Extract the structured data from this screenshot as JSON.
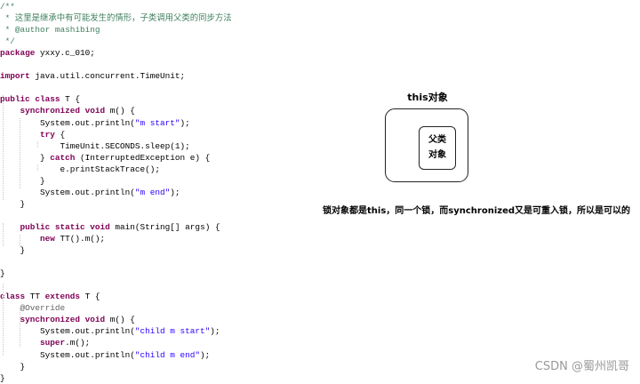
{
  "code": {
    "lines": [
      [
        {
          "t": "/**",
          "c": "comment"
        }
      ],
      [
        {
          "t": " * 这里是继承中有可能发生的情形，子类调用父类的同步方法",
          "c": "comment"
        }
      ],
      [
        {
          "t": " * @author mashibing",
          "c": "comment"
        }
      ],
      [
        {
          "t": " */",
          "c": "comment"
        }
      ],
      [
        {
          "t": "package",
          "c": "kw"
        },
        {
          "t": " yxxy.c_010;"
        }
      ],
      [],
      [
        {
          "t": "import",
          "c": "kw"
        },
        {
          "t": " java.util.concurrent.TimeUnit;"
        }
      ],
      [],
      [
        {
          "t": "public class",
          "c": "kw"
        },
        {
          "t": " T {"
        }
      ],
      [
        {
          "t": "    "
        },
        {
          "t": "synchronized void",
          "c": "kw"
        },
        {
          "t": " m() {"
        }
      ],
      [
        {
          "t": "        System.out.println("
        },
        {
          "t": "\"m start\"",
          "c": "str"
        },
        {
          "t": ");"
        }
      ],
      [
        {
          "t": "        "
        },
        {
          "t": "try",
          "c": "kw"
        },
        {
          "t": " {"
        }
      ],
      [
        {
          "t": "            TimeUnit.SECONDS.sleep(1);"
        }
      ],
      [
        {
          "t": "        } "
        },
        {
          "t": "catch",
          "c": "kw"
        },
        {
          "t": " (InterruptedException e) {"
        }
      ],
      [
        {
          "t": "            e.printStackTrace();"
        }
      ],
      [
        {
          "t": "        }"
        }
      ],
      [
        {
          "t": "        System.out.println("
        },
        {
          "t": "\"m end\"",
          "c": "str"
        },
        {
          "t": ");"
        }
      ],
      [
        {
          "t": "    }"
        }
      ],
      [],
      [
        {
          "t": "    "
        },
        {
          "t": "public static void",
          "c": "kw"
        },
        {
          "t": " main(String[] args) {"
        }
      ],
      [
        {
          "t": "        "
        },
        {
          "t": "new",
          "c": "kw"
        },
        {
          "t": " TT().m();"
        }
      ],
      [
        {
          "t": "    }"
        }
      ],
      [],
      [
        {
          "t": "}"
        }
      ],
      [],
      [
        {
          "t": "class",
          "c": "kw"
        },
        {
          "t": " TT "
        },
        {
          "t": "extends",
          "c": "kw"
        },
        {
          "t": " T {"
        }
      ],
      [
        {
          "t": "    "
        },
        {
          "t": "@Override",
          "c": "ann"
        }
      ],
      [
        {
          "t": "    "
        },
        {
          "t": "synchronized void",
          "c": "kw"
        },
        {
          "t": " m() {"
        }
      ],
      [
        {
          "t": "        System.out.println("
        },
        {
          "t": "\"child m start\"",
          "c": "str"
        },
        {
          "t": ");"
        }
      ],
      [
        {
          "t": "        "
        },
        {
          "t": "super",
          "c": "kw"
        },
        {
          "t": ".m();"
        }
      ],
      [
        {
          "t": "        System.out.println("
        },
        {
          "t": "\"child m end\"",
          "c": "str"
        },
        {
          "t": ");"
        }
      ],
      [
        {
          "t": "    }"
        }
      ],
      [
        {
          "t": "}"
        }
      ]
    ]
  },
  "diagram": {
    "title": "this对象",
    "inner_line1": "父类",
    "inner_line2": "对象",
    "caption": "锁对象都是this，同一个锁，而synchronized又是可重入锁，所以是可以的"
  },
  "watermark": "CSDN @蜀州凯哥"
}
